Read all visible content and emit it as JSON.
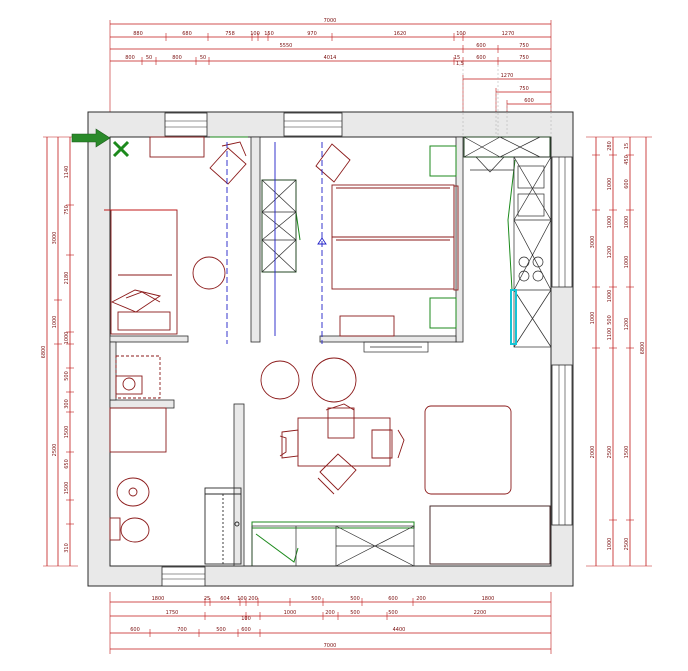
{
  "plan": {
    "top_dims": {
      "row1": [
        "7000"
      ],
      "row2": [
        "880",
        "680",
        "758",
        "100",
        "150",
        "970",
        "1620",
        "100",
        "1270"
      ],
      "row3": [
        "5550",
        "600",
        "750"
      ],
      "row4": [
        "800",
        "50",
        "800",
        "50",
        "4014",
        "15",
        "600",
        "750"
      ],
      "row4_extra": [
        "1,5"
      ],
      "row5": [
        "1270"
      ],
      "row6": [
        "750"
      ],
      "row7": [
        "600"
      ]
    },
    "bottom_dims": {
      "row1": [
        "1800",
        "25",
        "604",
        "100",
        "200",
        "500",
        "500",
        "600",
        "200",
        "1800"
      ],
      "row2": [
        "1750",
        "100",
        "1000",
        "200",
        "500",
        "500",
        "2200"
      ],
      "row3": [
        "600",
        "700",
        "500",
        "600",
        "4400"
      ],
      "row4": [
        "7000"
      ]
    },
    "left_dims": {
      "outer": [
        "6800"
      ],
      "mid": [
        "3000",
        "1000",
        "2500"
      ],
      "inner": [
        "1140",
        "750",
        "2180",
        "1000",
        "500",
        "300",
        "1500",
        "650",
        "1500",
        "310"
      ]
    },
    "right_dims": {
      "outer": [
        "6800"
      ],
      "mid": [
        "3000",
        "1000",
        "2000"
      ],
      "inner": [
        "280",
        "1000",
        "1000",
        "1200",
        "1000",
        "500",
        "1100",
        "2500",
        "1000"
      ],
      "inner2": [
        "15",
        "450",
        "600",
        "1000",
        "1000",
        "1200",
        "1500",
        "2500"
      ]
    },
    "colors": {
      "wall": "#e9e9e9",
      "wall_stroke": "#2b2b2b",
      "furniture": "#8b1a1a",
      "dimension": "#c01818",
      "green_line": "#1c8a1c",
      "entry_arrow": "#2a8a2a",
      "blue_axis": "#2020c8",
      "cyan": "#15c5d5"
    },
    "icons": [
      "entry-arrow-icon",
      "x-mark-icon"
    ]
  }
}
